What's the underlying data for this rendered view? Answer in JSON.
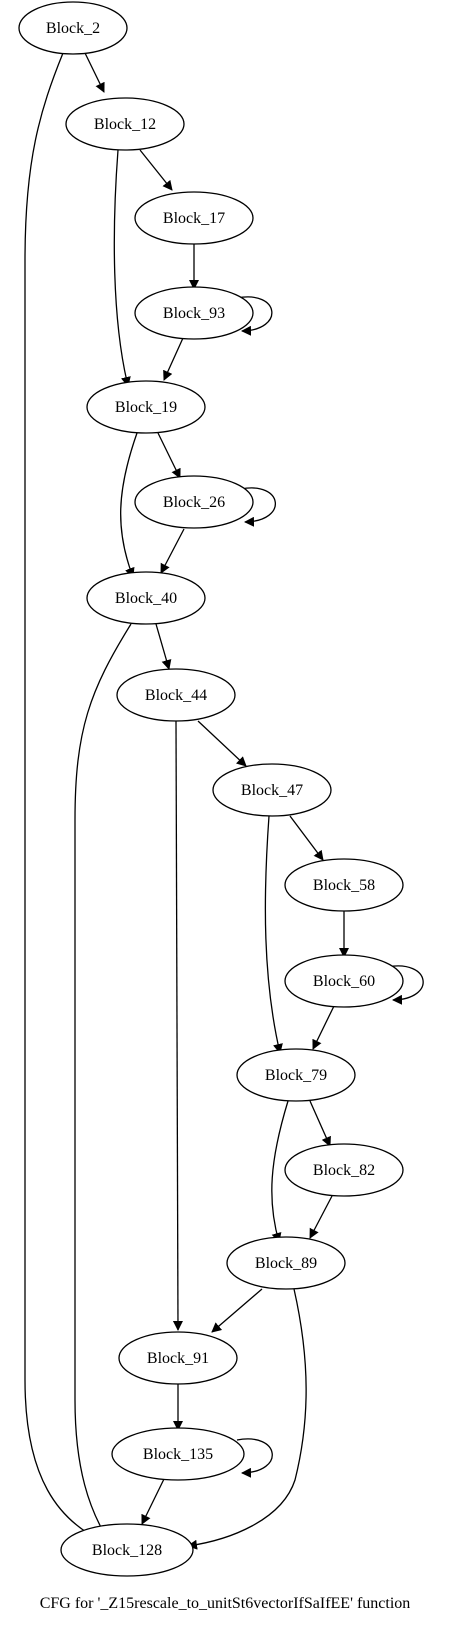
{
  "graph": {
    "caption": "CFG for '_Z15rescale_to_unitSt6vectorIfSaIfEE' function",
    "nodes": {
      "b2": "Block_2",
      "b12": "Block_12",
      "b17": "Block_17",
      "b93": "Block_93",
      "b19": "Block_19",
      "b26": "Block_26",
      "b40": "Block_40",
      "b44": "Block_44",
      "b47": "Block_47",
      "b58": "Block_58",
      "b60": "Block_60",
      "b79": "Block_79",
      "b82": "Block_82",
      "b89": "Block_89",
      "b91": "Block_91",
      "b135": "Block_135",
      "b128": "Block_128"
    },
    "edges": [
      [
        "b2",
        "b12"
      ],
      [
        "b2",
        "b128"
      ],
      [
        "b12",
        "b17"
      ],
      [
        "b12",
        "b19"
      ],
      [
        "b17",
        "b93"
      ],
      [
        "b93",
        "b93"
      ],
      [
        "b93",
        "b19"
      ],
      [
        "b19",
        "b26"
      ],
      [
        "b19",
        "b40"
      ],
      [
        "b26",
        "b26"
      ],
      [
        "b26",
        "b40"
      ],
      [
        "b40",
        "b44"
      ],
      [
        "b40",
        "b128"
      ],
      [
        "b44",
        "b47"
      ],
      [
        "b44",
        "b91"
      ],
      [
        "b47",
        "b58"
      ],
      [
        "b47",
        "b79"
      ],
      [
        "b58",
        "b60"
      ],
      [
        "b60",
        "b60"
      ],
      [
        "b60",
        "b79"
      ],
      [
        "b79",
        "b82"
      ],
      [
        "b79",
        "b89"
      ],
      [
        "b82",
        "b89"
      ],
      [
        "b89",
        "b91"
      ],
      [
        "b89",
        "b128"
      ],
      [
        "b91",
        "b135"
      ],
      [
        "b135",
        "b135"
      ],
      [
        "b135",
        "b128"
      ]
    ]
  }
}
